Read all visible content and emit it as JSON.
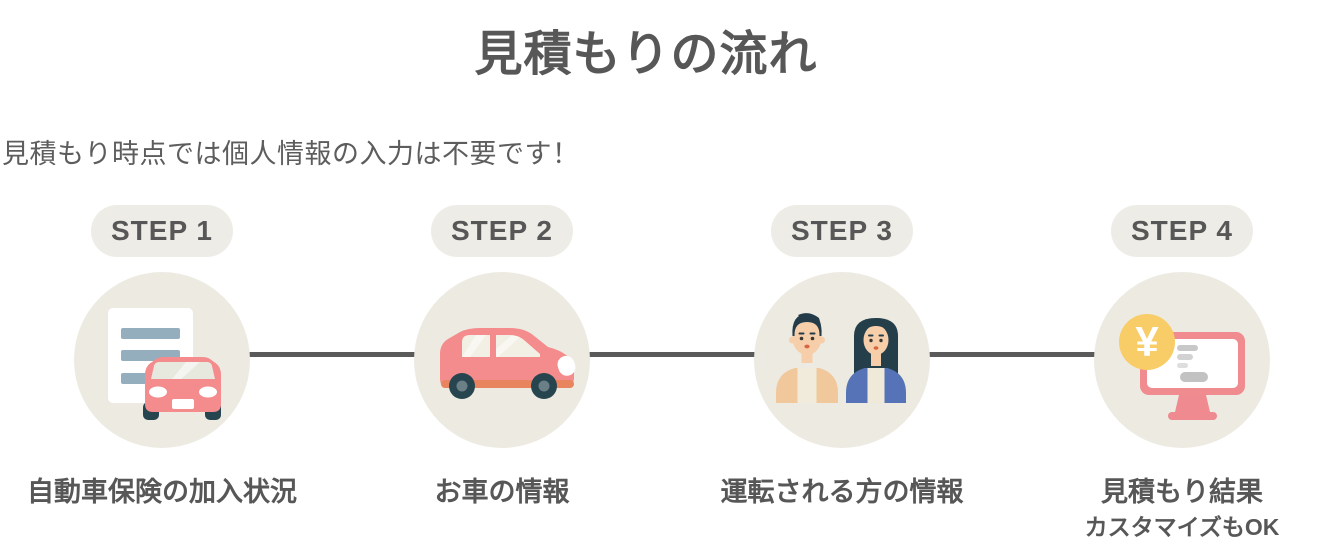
{
  "page": {
    "title": "見積もりの流れ",
    "subtitle": "見積もり時点では個人情報の入力は不要です！"
  },
  "steps": [
    {
      "badge": "STEP 1",
      "caption": "自動車保険の加入状況",
      "icon": "insurance-document-car-icon"
    },
    {
      "badge": "STEP 2",
      "caption": "お車の情報",
      "icon": "car-side-icon"
    },
    {
      "badge": "STEP 3",
      "caption": "運転される方の情報",
      "icon": "two-drivers-icon"
    },
    {
      "badge": "STEP 4",
      "caption": "見積もり結果",
      "subcaption": "カスタマイズもOK",
      "icon": "quote-result-monitor-yen-icon"
    }
  ],
  "colors": {
    "text": "#575757",
    "badge_background": "#EEECE6",
    "circle_background": "#EDEAE2",
    "connector_line": "#5A5A5A",
    "salmon": "#F48B8D",
    "dark_teal": "#26454F",
    "document_line_blue": "#94AEBD",
    "coin_yellow": "#F8CD68",
    "cardigan_tan": "#F0C89B",
    "cardigan_blue": "#5573B6",
    "mouth_orange": "#D9653F"
  }
}
